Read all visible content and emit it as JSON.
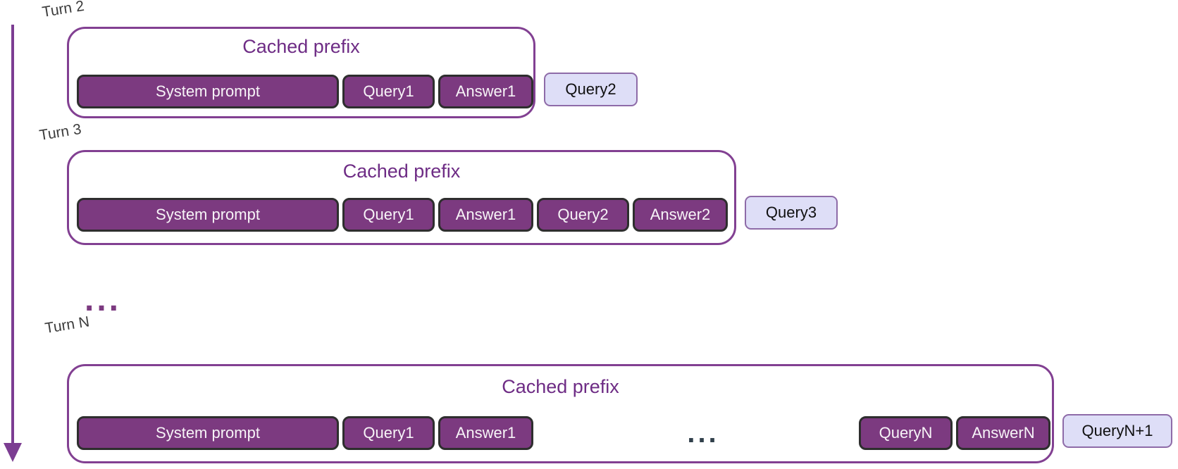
{
  "diagram": {
    "colors": {
      "token_fill": "#7C3A80",
      "token_border": "#2E2E2E",
      "token_text": "#F7F4F7",
      "container_border": "#824092",
      "title_text": "#6E2C85",
      "new_query_fill": "#DEDEF7",
      "new_query_border": "#8E6BA8",
      "new_query_text": "#101010",
      "turn_label_text": "#3C3C3C",
      "arrow": "#7C3D92",
      "ellipsis_between_turns": "#7C3A80",
      "ellipsis_inside_turn_n": "#31404B"
    },
    "between_turns_ellipsis": "...",
    "turns": [
      {
        "label": "Turn 2",
        "cached_prefix_title": "Cached prefix",
        "cached_tokens": [
          "System prompt",
          "Query1",
          "Answer1"
        ],
        "new_query": "Query2"
      },
      {
        "label": "Turn 3",
        "cached_prefix_title": "Cached prefix",
        "cached_tokens": [
          "System prompt",
          "Query1",
          "Answer1",
          "Query2",
          "Answer2"
        ],
        "new_query": "Query3"
      },
      {
        "label": "Turn N",
        "cached_prefix_title": "Cached prefix",
        "cached_tokens": [
          "System prompt",
          "Query1",
          "Answer1"
        ],
        "inner_ellipsis": "...",
        "cached_tokens_tail": [
          "QueryN",
          "AnswerN"
        ],
        "new_query": "QueryN+1"
      }
    ]
  }
}
